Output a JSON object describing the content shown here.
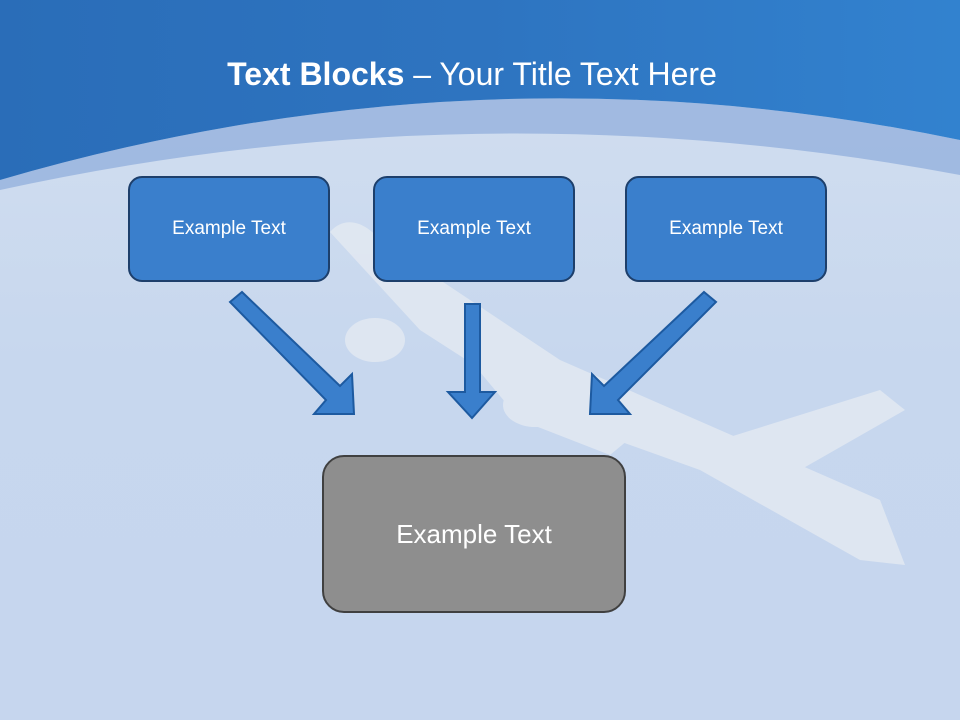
{
  "slide": {
    "title_bold": "Text Blocks",
    "title_dash": " – ",
    "title_rest": "Your Title Text Here",
    "top_boxes": [
      "Example Text",
      "Example Text",
      "Example Text"
    ],
    "bottom_box": "Example Text"
  },
  "colors": {
    "header_blue": "#2f78c4",
    "box_blue": "#3a7fcc",
    "box_border": "#1d3f6b",
    "gray_box": "#8e8e8e",
    "sky": "#c8d8ee"
  }
}
